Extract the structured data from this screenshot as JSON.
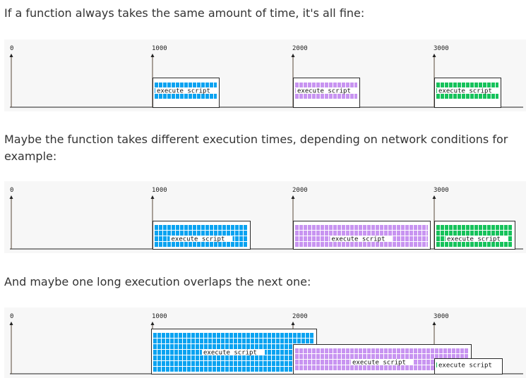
{
  "paragraphs": {
    "p1": "If a function always takes the same amount of time, it's all fine:",
    "p2": "Maybe the function takes different execution times, depending on network conditions for example:",
    "p3": "And maybe one long execution overlaps the next one:"
  },
  "timeline": {
    "ticks": [
      "0",
      "1000",
      "2000",
      "3000"
    ],
    "block_label": "execute script",
    "colors": {
      "blue": "#0aa3f1",
      "purple": "#c894f1",
      "green": "#16c25b",
      "axis": "#222222",
      "block_border": "#2a2a2a"
    }
  }
}
